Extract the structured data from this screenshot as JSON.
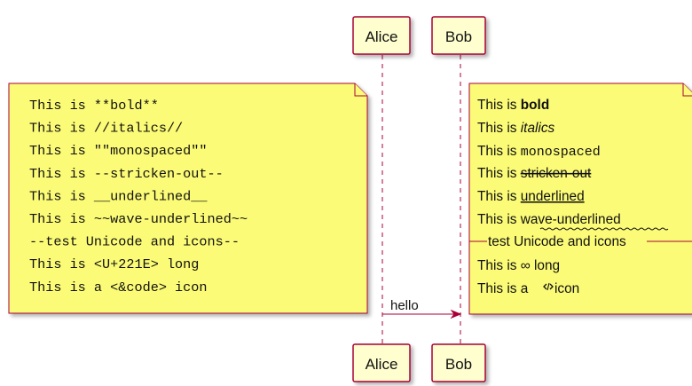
{
  "participants": {
    "alice": "Alice",
    "bob": "Bob"
  },
  "left_note": {
    "lines": [
      "This is **bold**",
      "This is //italics//",
      "This is \"\"monospaced\"\"",
      "This is --stricken-out--",
      "This is __underlined__",
      "This is ~~wave-underlined~~",
      "--test Unicode and icons--",
      "This is <U+221E> long",
      "This is a <&code> icon"
    ]
  },
  "right_note": {
    "bold": {
      "prefix": "This is ",
      "text": "bold"
    },
    "italics": {
      "prefix": "This is ",
      "text": "italics"
    },
    "monospaced": {
      "prefix": "This is ",
      "text": "monospaced"
    },
    "stricken": {
      "prefix": "This is ",
      "text": "stricken-out"
    },
    "underlined": {
      "prefix": "This is ",
      "text": "underlined"
    },
    "wave": {
      "prefix": "This is ",
      "text": "wave-underlined"
    },
    "separator": "test Unicode and icons",
    "infinity": {
      "prefix": "This is ",
      "symbol": "∞",
      "suffix": " long"
    },
    "code_icon": {
      "prefix": "This is a ",
      "icon": "code-icon",
      "suffix": " icon"
    }
  },
  "message": {
    "label": "hello",
    "from": "Alice",
    "to": "Bob"
  },
  "colors": {
    "participant_fill": "#FEFECE",
    "participant_border": "#A80036",
    "note_fill": "#FBFB77",
    "note_border": "#A80036",
    "arrow": "#A80036",
    "lifeline": "#A80036"
  }
}
